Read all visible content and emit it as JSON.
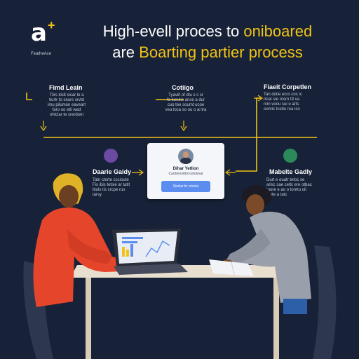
{
  "logo": {
    "mark": "a",
    "caption": "FeatheAce"
  },
  "headline": {
    "line1_a": "High-evell proces to ",
    "line1_b": "oniboared",
    "line2_a": "are ",
    "line2_b": "Boarting partier process"
  },
  "stages": [
    {
      "title": "Fimd Lealn",
      "text": [
        "Tlirs iticit sicar le a",
        "tiurtr to seurs srvtd",
        "imu pilumon eaveart",
        "faro oo etil wad",
        "nhiciar te crerdom"
      ]
    },
    {
      "title": "Cotiigo",
      "text": [
        "Tyaviit of dtu s s sr",
        "fa lueutic anse a dur",
        "cuo tee soumt ucoe",
        "vea loca so ou o ai tra"
      ]
    },
    {
      "title": "Fiaeit Corpetlen",
      "text": [
        "Tan dotie ecro cos ic",
        "rinat sie rosrn ttt va",
        "rcin voou sui o arts",
        "oomic tcetio rea iso"
      ]
    }
  ],
  "people": [
    {
      "name": "Daarie Gaidy",
      "text": [
        "Tatn ctorte cscioute",
        "Fis ibis tetsie ar tatit",
        "lbuls tis crcpe rus",
        "tarsy"
      ]
    },
    {
      "name": "Mabelte Gadly",
      "text": [
        "Durt e ouatr tetoc se",
        "arisc sae celtc ere otbac",
        "tuore e ao o tonrtu oil",
        "ibete a tatc"
      ]
    }
  ],
  "card": {
    "name": "Dihar Yetlion",
    "role": "Caotrenotttrrrcetotreal",
    "button": "Sinrtar ttr cricets"
  },
  "colors": {
    "background": "#172238",
    "accent": "#f2c315",
    "card_button": "#5b8def",
    "avatar_left": "#6b4aa3",
    "avatar_right": "#2a8a5a"
  }
}
